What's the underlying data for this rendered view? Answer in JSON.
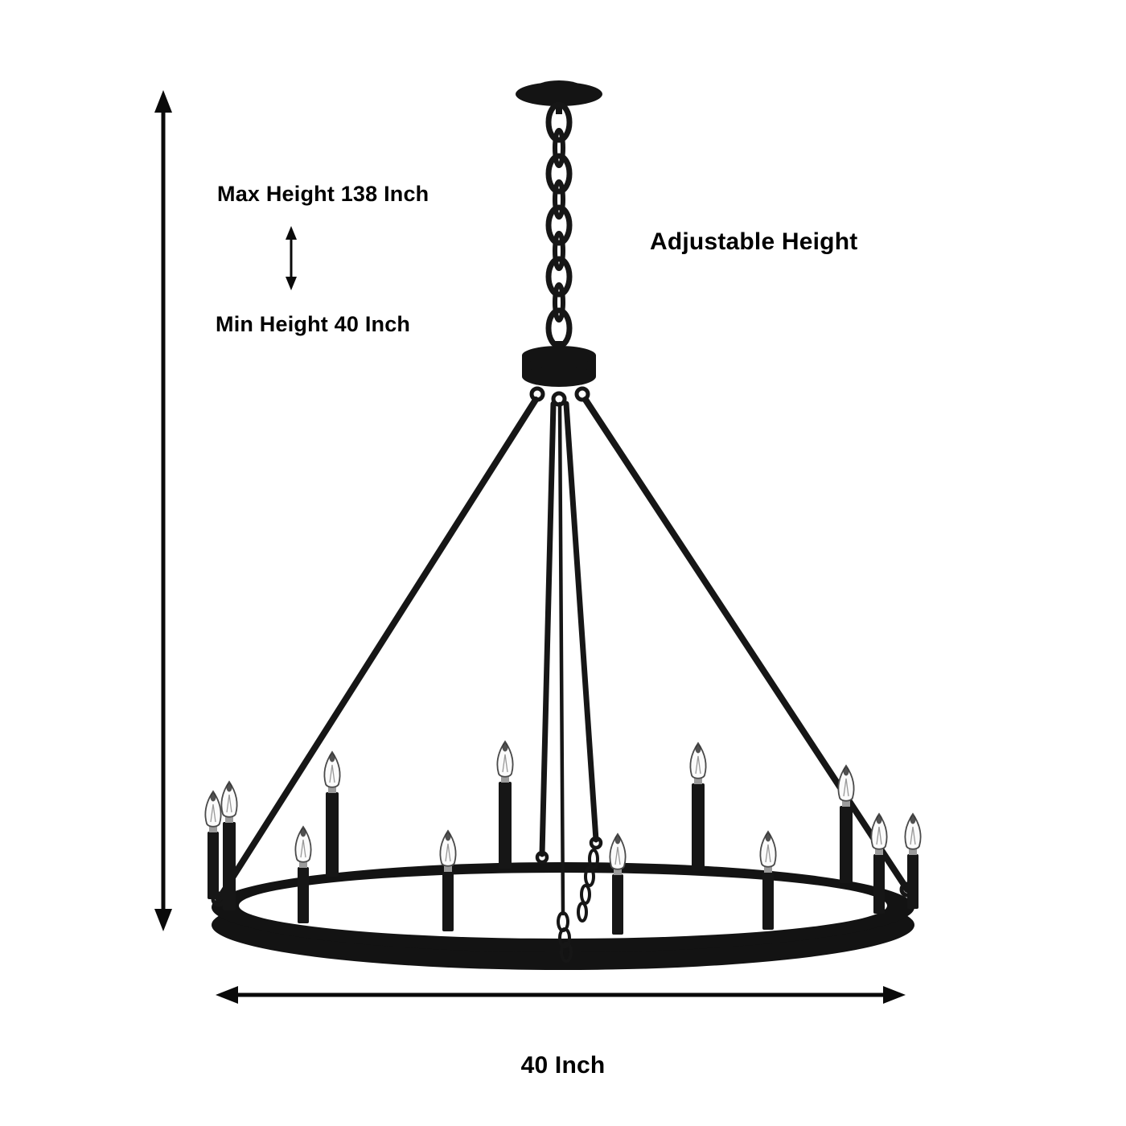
{
  "diagram": {
    "type": "product-dimension-diagram",
    "subject": "12-light wagon wheel chandelier",
    "labels": {
      "max_height": "Max Height 138 Inch",
      "min_height": "Min Height 40 Inch",
      "adjustable": "Adjustable Height",
      "width": "40 Inch"
    },
    "colors": {
      "ink": "#000000",
      "metal": "#161616",
      "background": "#ffffff"
    }
  }
}
